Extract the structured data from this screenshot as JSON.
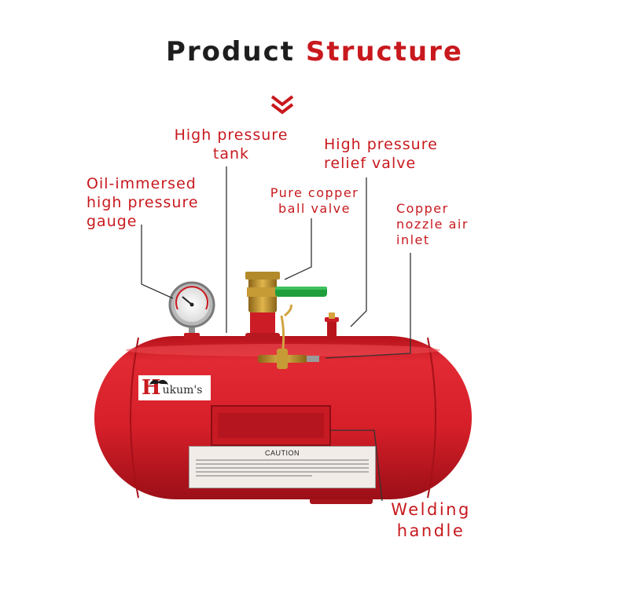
{
  "title": {
    "word1": "Product",
    "word2": "Structure"
  },
  "colors": {
    "accent_red": "#c8191e",
    "tank_red": "#d8202a",
    "title_dark": "#1e1e1e"
  },
  "labels": {
    "tank": "High pressure\ntank",
    "relief_valve": "High pressure\nrelief valve",
    "gauge": "Oil-immersed\nhigh pressure\ngauge",
    "ball_valve": "Pure copper\nball valve",
    "air_inlet": "Copper\nnozzle air\ninlet",
    "handle": "Welding\nhandle"
  },
  "logo": {
    "initial": "H",
    "rest": "ukum's"
  },
  "caution": {
    "heading": "CAUTION"
  }
}
